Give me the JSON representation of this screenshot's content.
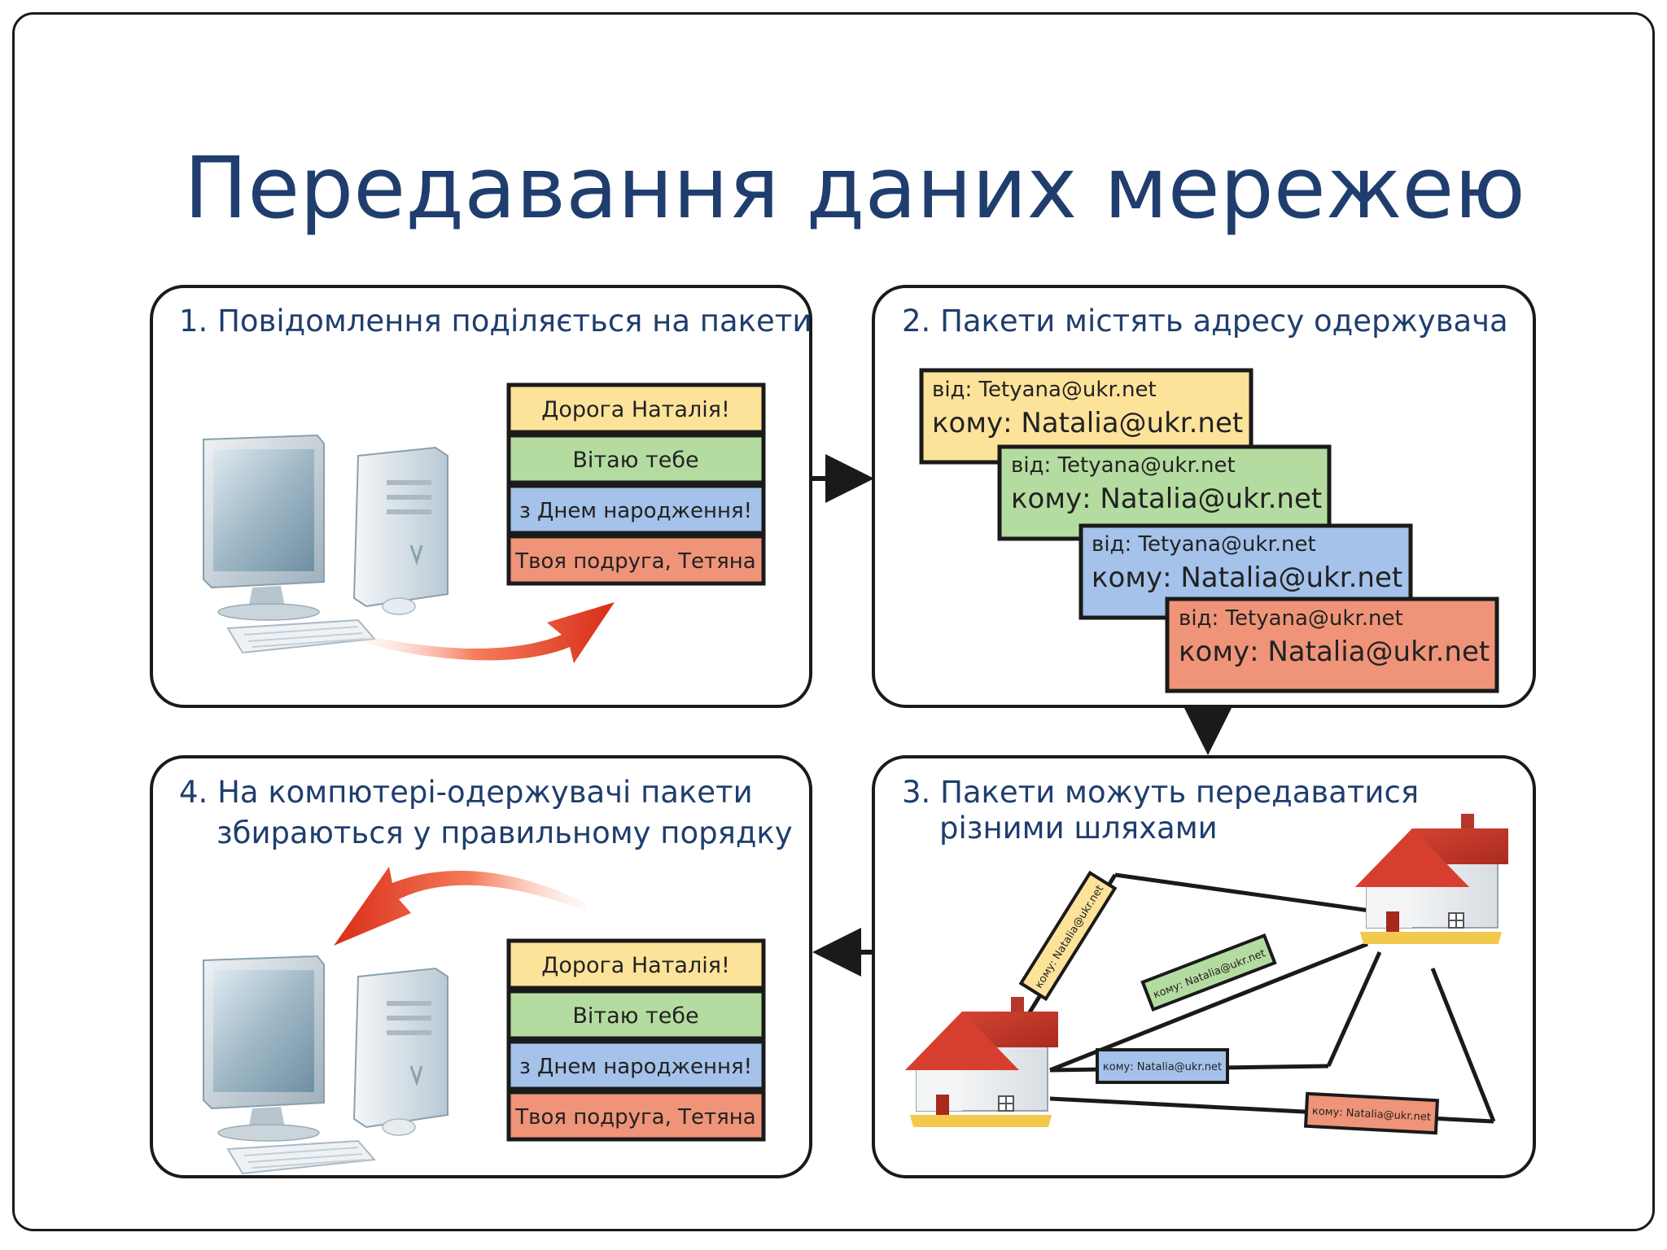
{
  "slide": {
    "title": "Передавання даних мережею"
  },
  "panels": {
    "split": {
      "title": "1. Повідомлення поділяється на пакети",
      "packets": [
        "Дорога Наталія!",
        "Вітаю тебе",
        "з Днем народження!",
        "Твоя подруга, Тетяна"
      ]
    },
    "address": {
      "title": "2. Пакети містять адресу одержувача",
      "envelopes": [
        {
          "from": "від: Tetyana@ukr.net",
          "to": "кому: Natalia@ukr.net"
        },
        {
          "from": "від: Tetyana@ukr.net",
          "to": "кому: Natalia@ukr.net"
        },
        {
          "from": "від: Tetyana@ukr.net",
          "to": "кому: Natalia@ukr.net"
        },
        {
          "from": "від: Tetyana@ukr.net",
          "to": "кому: Natalia@ukr.net"
        }
      ]
    },
    "routes": {
      "title_line1": "3. Пакети можуть передаватися",
      "title_line2": "різними шляхами",
      "route_labels": [
        "кому: Natalia@ukr.net",
        "кому: Natalia@ukr.net",
        "кому: Natalia@ukr.net",
        "кому: Natalia@ukr.net"
      ]
    },
    "assemble": {
      "title_line1": "4. На компютері-одержувачі пакети",
      "title_line2": "збираються у правильному порядку",
      "packets": [
        "Дорога Наталія!",
        "Вітаю тебе",
        "з Днем народження!",
        "Твоя подруга, Тетяна"
      ]
    }
  },
  "colors": {
    "title": "#1f3e6e",
    "packet_yellow": "#fde39a",
    "packet_green": "#b5dca0",
    "packet_blue": "#a4c2ea",
    "packet_orange": "#ef9478",
    "arrow_red": "#e8402a",
    "roof_red": "#c0362a"
  }
}
